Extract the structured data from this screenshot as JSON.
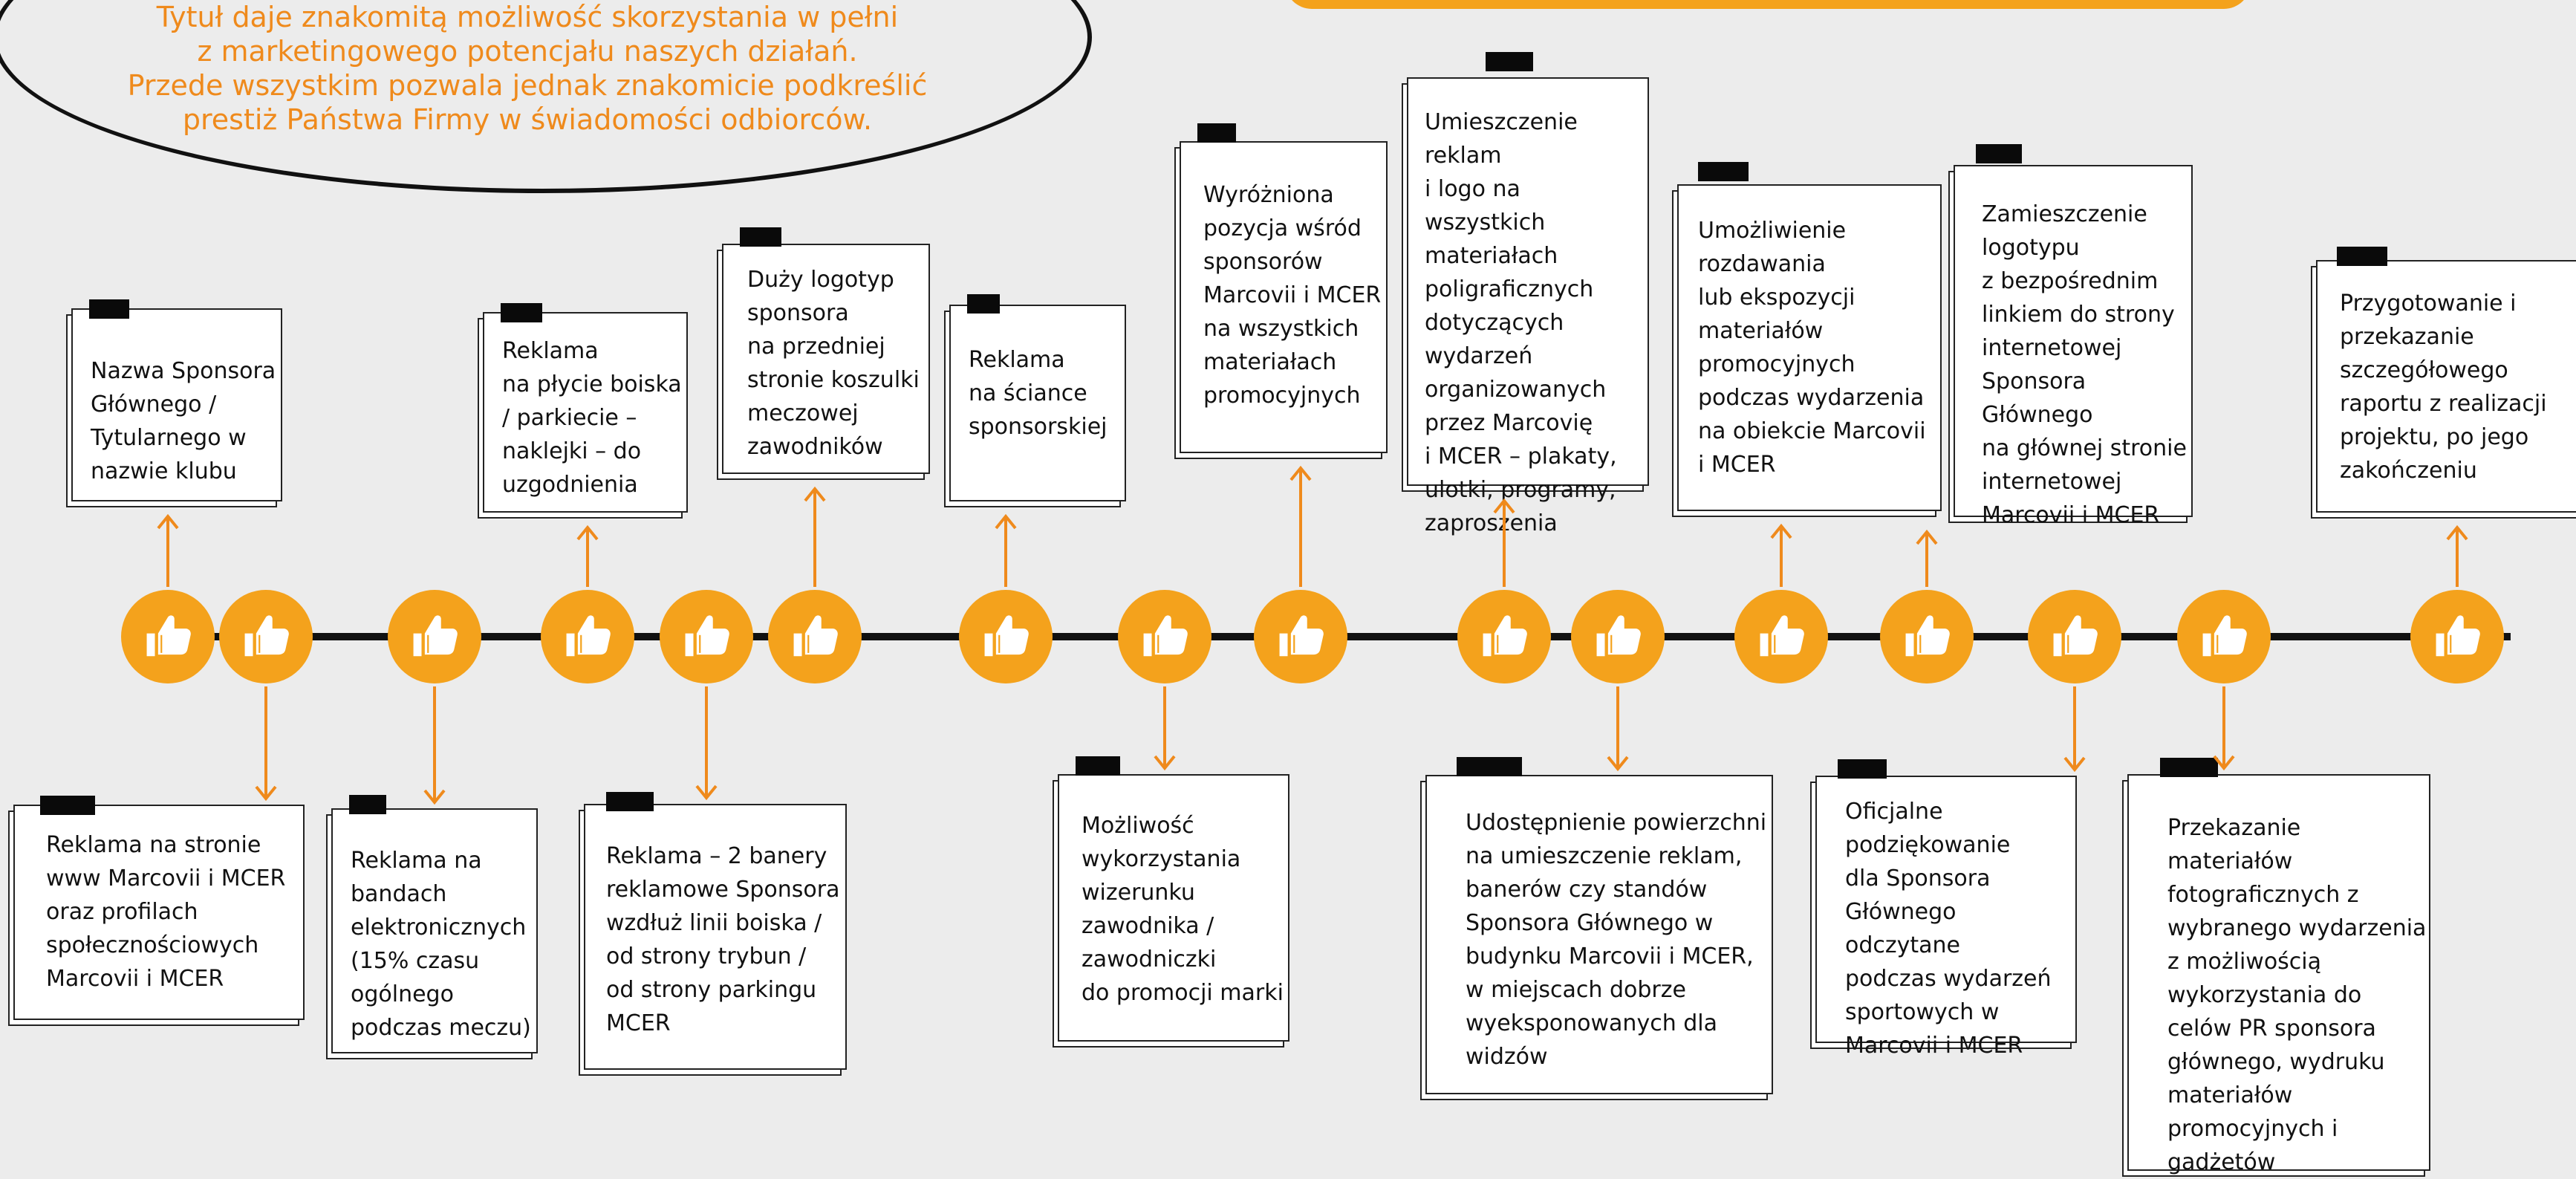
{
  "intro": {
    "lines": [
      "Tytuł daje znakomitą możliwość skorzystania w pełni",
      "z marketingowego potencjału naszych działań.",
      "Przede wszystkim pozwala jednak znakomicie podkreślić",
      "prestiż Państwa Firmy w świadomości odbiorców."
    ]
  },
  "colors": {
    "accent": "#f4a21c",
    "arrow": "#ef8a1c",
    "intro_text": "#ef8a1c",
    "line": "#111111",
    "background": "#ececec"
  },
  "node_icon": "thumbs-up-icon",
  "benefits_top": [
    "Nazwa Sponsora\nGłównego /\nTytularnego w\nnazwie klubu",
    "Reklama\nna płycie boiska\n/ parkiecie –\nnaklejki – do\nuzgodnienia",
    "Duży logotyp\nsponsora\nna przedniej\nstronie koszulki\nmeczowej\nzawodników",
    "Reklama\nna ściance\nsponsorskiej",
    "Wyróżniona\npozycja wśród\nsponsorów\nMarcovii i MCER\nna wszystkich\nmateriałach\npromocyjnych",
    "Umieszczenie reklam\ni logo na wszystkich\nmateriałach\npoligraficznych\ndotyczących\nwydarzeń\norganizowanych\nprzez Marcovię\ni MCER – plakaty,\nulotki, programy,\nzaproszenia",
    "Umożliwienie\nrozdawania\nlub ekspozycji\nmateriałów\npromocyjnych\npodczas wydarzenia\nna obiekcie Marcovii\ni MCER",
    "Zamieszczenie\nlogotypu\nz bezpośrednim\nlinkiem do strony\ninternetowej\nSponsora Głównego\nna głównej stronie\ninternetowej\nMarcovii i MCER",
    "Przygotowanie i\nprzekazanie\nszczegółowego\nraportu z realizacji\nprojektu, po jego\nzakończeniu"
  ],
  "benefits_bottom": [
    "Reklama na stronie\nwww Marcovii i MCER\noraz profilach\nspołecznościowych\nMarcovii i MCER",
    "Reklama na\nbandach\nelektronicznych\n(15% czasu\nogólnego\npodczas meczu)",
    "Reklama – 2 banery\nreklamowe Sponsora\nwzdłuż linii boiska /\nod strony trybun /\nod strony parkingu\nMCER",
    "Możliwość\nwykorzystania\nwizerunku\nzawodnika /\nzawodniczki\ndo promocji marki",
    "Udostępnienie powierzchni\nna umieszczenie reklam,\nbanerów czy standów\nSponsora Głównego w\nbudynku Marcovii i MCER,\nw miejscach dobrze\nwyeksponowanych dla\nwidzów",
    "Oficjalne\npodziękowanie\ndla Sponsora\nGłównego odczytane\npodczas wydarzeń\nsportowych w\nMarcovii i MCER",
    "Przekazanie materiałów\nfotograficznych z\nwybranego wydarzenia\nz możliwością\nwykorzystania do\ncelów PR sponsora\ngłównego, wydruku\nmateriałów\npromocyjnych i\ngadżetów"
  ]
}
